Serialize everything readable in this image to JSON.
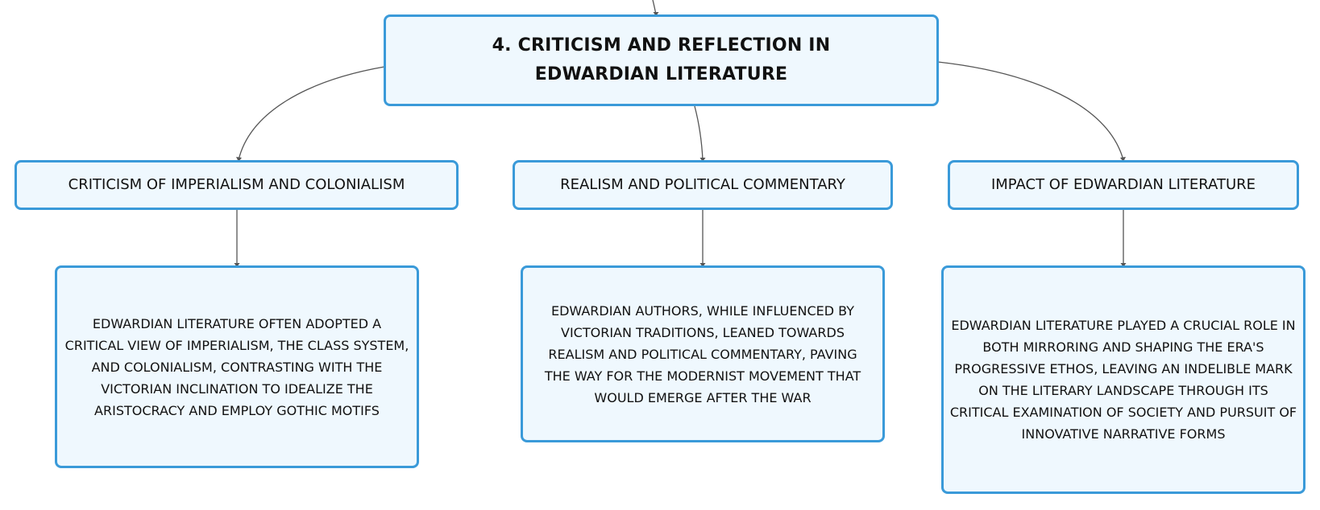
{
  "root": {
    "label": "4. CRITICISM AND REFLECTION IN EDWARDIAN LITERATURE"
  },
  "branches": [
    {
      "label": "CRITICISM OF IMPERIALISM AND COLONIALISM",
      "detail": "EDWARDIAN LITERATURE OFTEN ADOPTED A CRITICAL VIEW OF IMPERIALISM, THE CLASS SYSTEM, AND COLONIALISM, CONTRASTING WITH THE VICTORIAN INCLINATION TO IDEALIZE THE ARISTOCRACY AND EMPLOY GOTHIC MOTIFS"
    },
    {
      "label": "REALISM AND POLITICAL COMMENTARY",
      "detail": "EDWARDIAN AUTHORS, WHILE INFLUENCED BY VICTORIAN TRADITIONS, LEANED TOWARDS REALISM AND POLITICAL COMMENTARY, PAVING THE WAY FOR THE MODERNIST MOVEMENT THAT WOULD EMERGE AFTER THE WAR"
    },
    {
      "label": "IMPACT OF EDWARDIAN LITERATURE",
      "detail": "EDWARDIAN LITERATURE PLAYED A CRUCIAL ROLE IN BOTH MIRRORING AND SHAPING THE ERA'S PROGRESSIVE ETHOS, LEAVING AN INDELIBLE MARK ON THE LITERARY LANDSCAPE THROUGH ITS CRITICAL EXAMINATION OF SOCIETY AND PURSUIT OF INNOVATIVE NARRATIVE FORMS"
    }
  ],
  "colors": {
    "node_border": "#3a9ad9",
    "node_fill": "#eff8fe",
    "connector": "#555555",
    "text": "#111111"
  }
}
